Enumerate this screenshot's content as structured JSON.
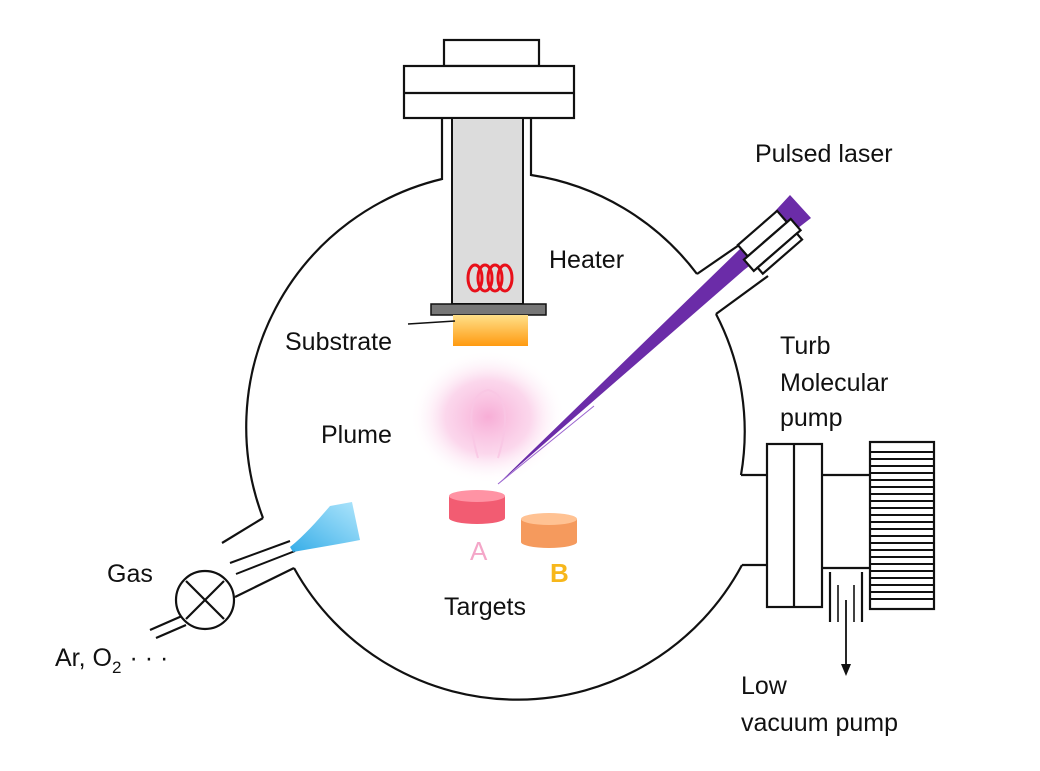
{
  "labels": {
    "pulsed_laser": "Pulsed laser",
    "heater": "Heater",
    "substrate": "Substrate",
    "plume": "Plume",
    "turb_line1": "Turb",
    "turb_line2": "Molecular",
    "turb_line3": "pump",
    "gas": "Gas",
    "gas_species_prefix": "Ar, O",
    "gas_species_subscript": "2",
    "gas_species_ellipsis": "· · ·",
    "target_a": "A",
    "target_b": "B",
    "targets": "Targets",
    "low_line1": "Low",
    "low_line2": "vacuum pump"
  },
  "colors": {
    "laser": "#6b2ca8",
    "heater_coil": "#e8101a",
    "substrate_holder": "#777777",
    "substrate_top": "#ffe08a",
    "substrate_bottom": "#ff9a10",
    "plume": "#f7a9d4",
    "target_a_side": "#f25c72",
    "target_a_top": "#ff93a4",
    "target_b_side": "#f59a5d",
    "target_b_top": "#ffc293",
    "label_a": "#f4a6c8",
    "label_b": "#f7b71b",
    "gas_jet": "#35b5ec",
    "heater_rod": "#dcdcdc"
  }
}
